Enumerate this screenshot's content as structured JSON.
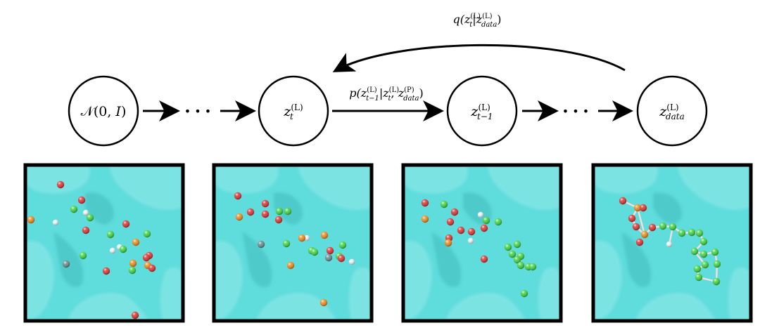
{
  "nodes": [
    {
      "id": "prior",
      "parts": [
        {
          "t": "𝒩(0, ",
          "i": false
        },
        {
          "t": "I",
          "i": true
        },
        {
          "t": ")",
          "i": false
        }
      ]
    },
    {
      "id": "zt",
      "base": "z",
      "sub": "t",
      "sup": "(L)"
    },
    {
      "id": "ztm1",
      "base": "z",
      "sub": "t−1",
      "sup": "(L)"
    },
    {
      "id": "zdata",
      "base": "z",
      "sub": "data",
      "sup": "(L)"
    }
  ],
  "ellipsis": "• • •",
  "edges": {
    "reverse": {
      "parts": [
        {
          "t": "p(",
          "i": true
        },
        {
          "t": "z",
          "i": true,
          "sub": "t−1",
          "sup": "(L)"
        },
        {
          "t": "|",
          "i": false
        },
        {
          "t": "z",
          "i": true,
          "sub": "t",
          "sup": "(L)"
        },
        {
          "t": ", ",
          "i": false
        },
        {
          "t": "z",
          "i": true,
          "sub": "data",
          "sup": "(P)"
        },
        {
          "t": ")",
          "i": false
        }
      ]
    },
    "forward": {
      "parts": [
        {
          "t": "q(",
          "i": true
        },
        {
          "t": "z",
          "i": true,
          "sub": "t",
          "sup": "(L)"
        },
        {
          "t": "|",
          "i": false
        },
        {
          "t": "z",
          "i": true,
          "sub": "data",
          "sup": "(L)"
        },
        {
          "t": ")",
          "i": false
        }
      ]
    }
  },
  "colors": {
    "surface": "#5fdcdc",
    "surface_shade": "#86e6e6",
    "surface_dark": "#49c4c6",
    "oxygen": "#e03030",
    "carbon": "#3fd43f",
    "phosphorus": "#f08a1a",
    "hydrogen": "#e6f4f4",
    "nitrogen": "#6a8a8a"
  },
  "panels": [
    {
      "name": "panel-noise-t-max"
    },
    {
      "name": "panel-noise-t"
    },
    {
      "name": "panel-noise-t-minus-1"
    },
    {
      "name": "panel-data"
    }
  ]
}
